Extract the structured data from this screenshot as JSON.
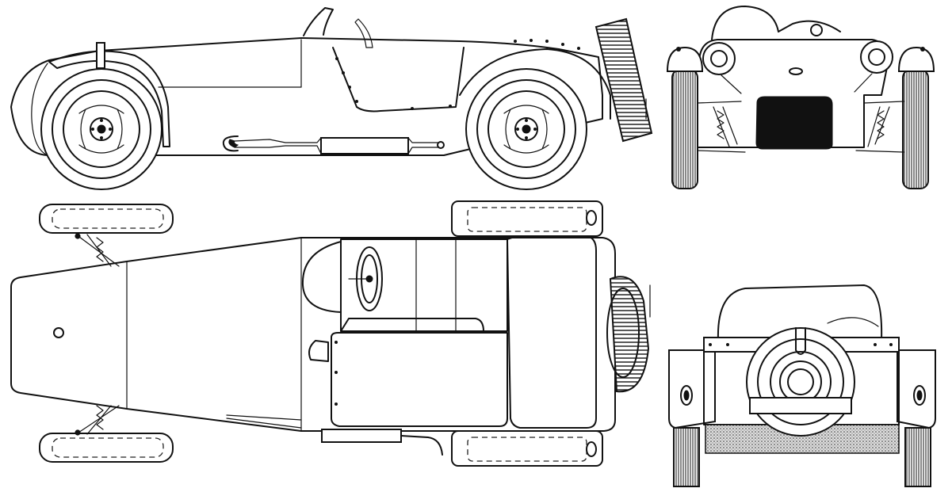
{
  "drawing": {
    "subject": "",
    "views": [
      "side-elevation",
      "front-elevation",
      "plan-view",
      "rear-elevation"
    ]
  }
}
